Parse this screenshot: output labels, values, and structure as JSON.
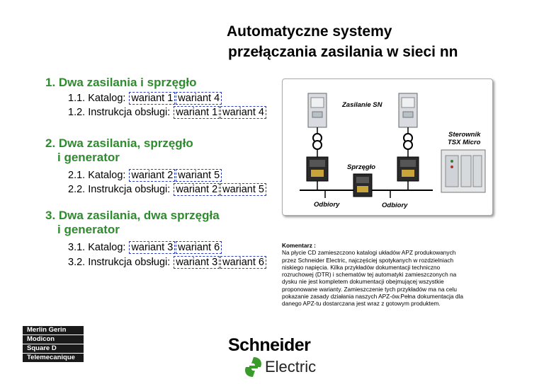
{
  "title": {
    "line1": "Automatyczne systemy",
    "line2": "przełączania zasilania w sieci nn"
  },
  "sections": [
    {
      "heading_line1": "1. Dwa zasilania i sprzęgło",
      "heading_line2": "",
      "catalog_label": "1.1. Katalog:",
      "catalog_links": [
        "wariant 1",
        "wariant 4"
      ],
      "manual_label": "1.2. Instrukcja obsługi:",
      "manual_links": [
        "wariant 1",
        "wariant 4"
      ]
    },
    {
      "heading_line1": "2. Dwa zasilania, sprzęgło",
      "heading_line2": "i generator",
      "catalog_label": "2.1. Katalog:",
      "catalog_links": [
        "wariant 2",
        "wariant 5"
      ],
      "manual_label": "2.2. Instrukcja obsługi:",
      "manual_links": [
        "wariant 2",
        "wariant 5"
      ]
    },
    {
      "heading_line1": "3. Dwa zasilania, dwa sprzęgła",
      "heading_line2": "i generator",
      "catalog_label": "3.1. Katalog:",
      "catalog_links": [
        "wariant 3",
        "wariant 6"
      ],
      "manual_label": "3.2. Instrukcja obsługi:",
      "manual_links": [
        "wariant 3",
        "wariant 6"
      ]
    }
  ],
  "diagram": {
    "zasilanie": "Zasilanie SN",
    "sterownik_line1": "Sterownik",
    "sterownik_line2": "TSX Micro",
    "sprzeglo": "Sprzęgło",
    "odbiory_left": "Odbiory",
    "odbiory_right": "Odbiory"
  },
  "comment": {
    "head": "Komentarz :",
    "body": "Na płycie CD zamieszczono katalogi układów APZ produkowanych przez Schneider Electric, najczęściej spotykanych w rozdzielniach niskiego napięcia. Kilka przykładów dokumentacji techniczno rozruchowej (DTR) i schematów tej automatyki zamieszczonych na dysku nie jest kompletem dokumentacji obejmującej wszystkie proponowane warianty. Zamieszczenie tych przykładów ma na celu pokazanie zasady działania naszych APZ-ów.Pełna dokumentacja dla danego APZ-tu dostarczana jest wraz z gotowym produktem."
  },
  "brands": [
    "Merlin Gerin",
    "Modicon",
    "Square D",
    "Telemecanique"
  ],
  "logo": {
    "name": "Schneider",
    "electric": "Electric"
  },
  "colors": {
    "heading": "#2e8b2e",
    "link_border": "#2b3cb8",
    "logo_green": "#3a9a2a"
  }
}
